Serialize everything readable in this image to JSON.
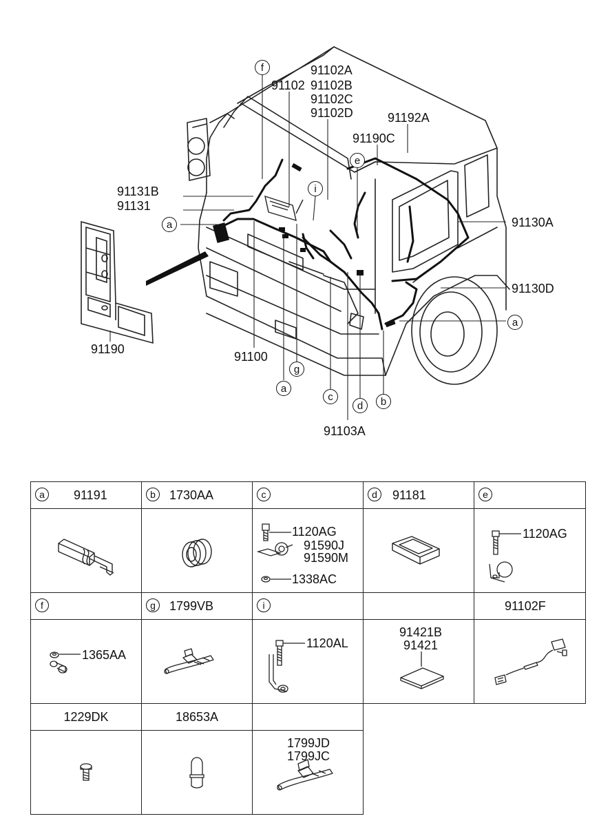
{
  "diagram": {
    "labels": {
      "l91102A": "91102A",
      "l91102": "91102",
      "l91102B": "91102B",
      "l91102C": "91102C",
      "l91102D": "91102D",
      "l91192A": "91192A",
      "l91190C": "91190C",
      "l91131B": "91131B",
      "l91131": "91131",
      "l91130A": "91130A",
      "l91130D": "91130D",
      "l91190": "91190",
      "l91100": "91100",
      "l91103A": "91103A"
    },
    "callouts": {
      "f": "f",
      "e": "e",
      "i": "i",
      "a1": "a",
      "a2": "a",
      "a3": "a",
      "g": "g",
      "c": "c",
      "d": "d",
      "b": "b"
    }
  },
  "parts_table": {
    "cells": [
      {
        "letter": "a",
        "part": "91191",
        "callouts": []
      },
      {
        "letter": "b",
        "part": "1730AA",
        "callouts": []
      },
      {
        "letter": "c",
        "part": "",
        "callouts": [
          "1120AG",
          "91590J",
          "91590M",
          "1338AC"
        ]
      },
      {
        "letter": "d",
        "part": "91181",
        "callouts": []
      },
      {
        "letter": "e",
        "part": "",
        "callouts": [
          "1120AG"
        ]
      },
      {
        "letter": "f",
        "part": "",
        "callouts": [
          "1365AA"
        ]
      },
      {
        "letter": "g",
        "part": "1799VB",
        "callouts": []
      },
      {
        "letter": "i",
        "part": "",
        "callouts": [
          "1120AL"
        ]
      },
      {
        "letter": "",
        "part": "",
        "callouts": [
          "91421B",
          "91421"
        ]
      },
      {
        "letter": "",
        "part": "91102F",
        "callouts": []
      },
      {
        "letter": "",
        "part": "1229DK",
        "callouts": []
      },
      {
        "letter": "",
        "part": "18653A",
        "callouts": []
      },
      {
        "letter": "",
        "part": "",
        "callouts": [
          "1799JD",
          "1799JC"
        ]
      }
    ]
  }
}
